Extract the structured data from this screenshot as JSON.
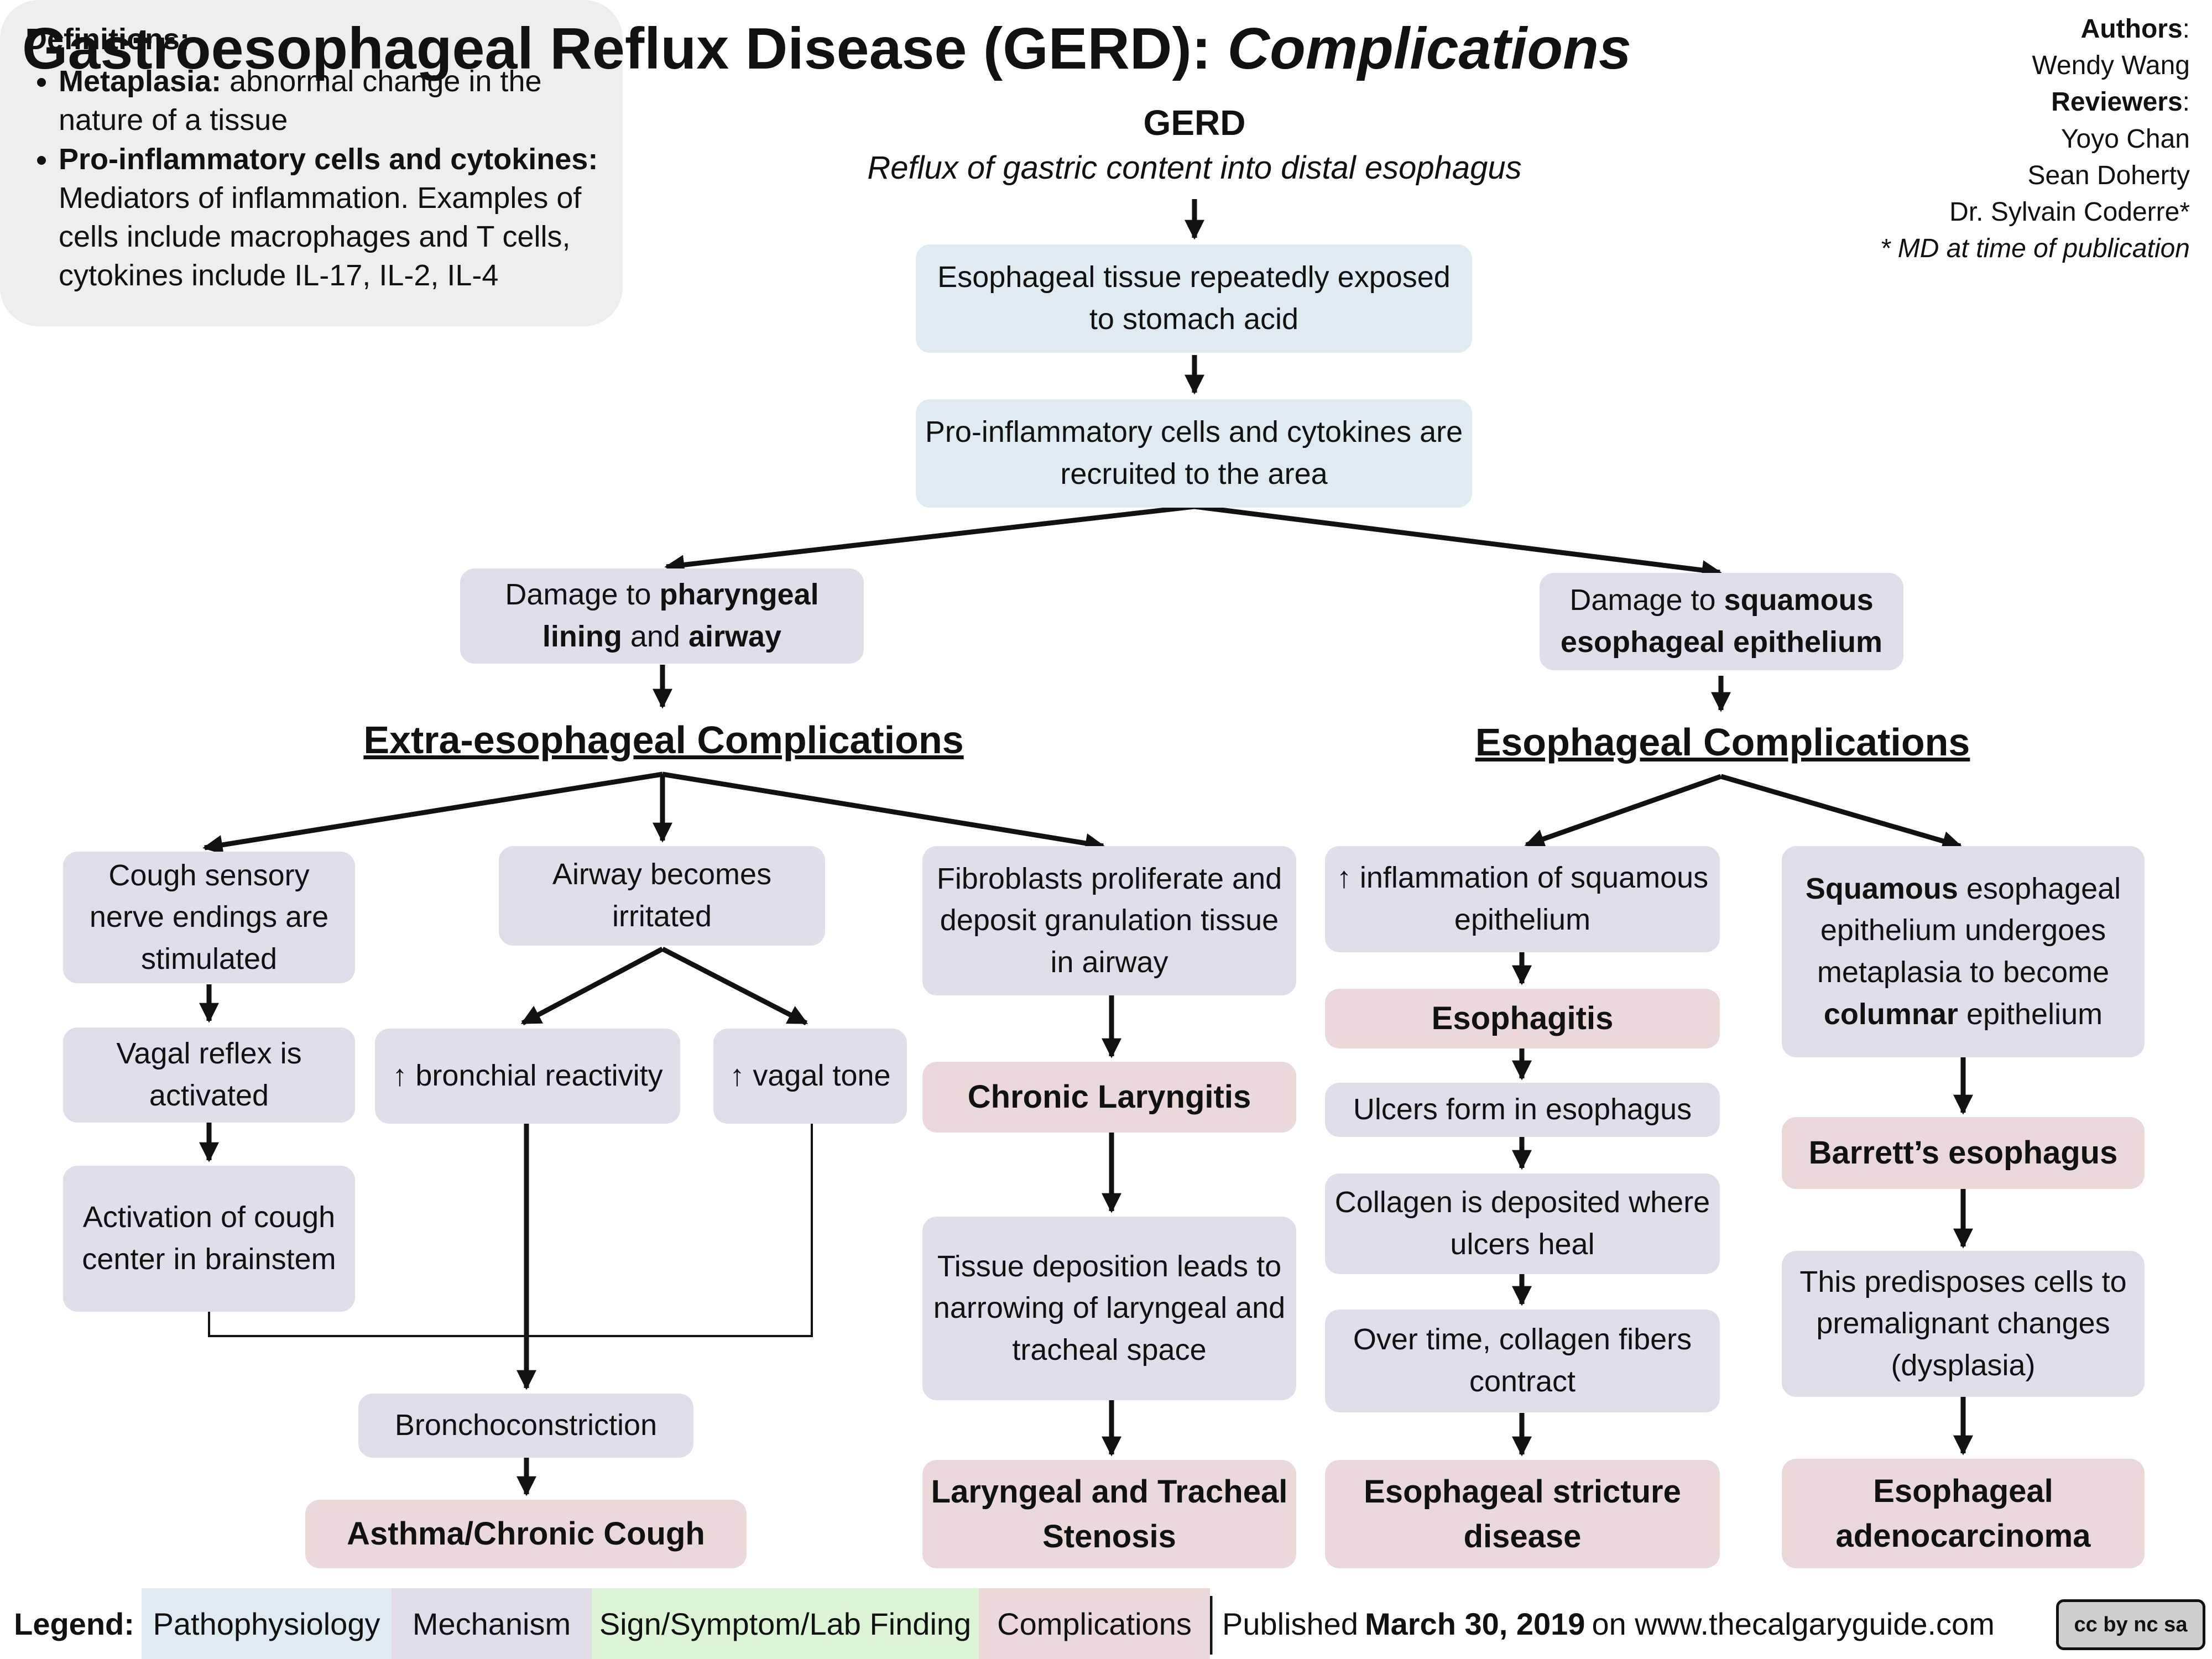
{
  "title": {
    "main": "Gastroesophageal Reflux Disease (GERD): ",
    "italic": "Complications"
  },
  "credits": {
    "authors_label": "Authors",
    "authors": "Wendy Wang",
    "reviewers_label": "Reviewers",
    "reviewers": [
      "Yoyo Chan",
      "Sean Doherty",
      "Dr. Sylvain Coderre*"
    ],
    "footnote": "* MD at time of publication"
  },
  "definitions": {
    "heading": "Definitions:",
    "items": [
      {
        "term": "Metaplasia:",
        "text": " abnormal change in the nature of a tissue"
      },
      {
        "term": "Pro-inflammatory cells and cytokines:",
        "text": " Mediators of inflammation. Examples of cells include macrophages and T cells, cytokines include IL-17, IL-2, IL-4"
      }
    ]
  },
  "root": {
    "title": "GERD",
    "subtitle": "Reflux of gastric content into distal esophagus"
  },
  "patho": {
    "exposed": "Esophageal tissue repeatedly exposed to stomach acid",
    "recruited": "Pro-inflammatory cells and cytokines are recruited to the area"
  },
  "branches": {
    "left": {
      "pre": "Damage to ",
      "b1": "pharyngeal lining",
      "mid": " and ",
      "b2": "airway"
    },
    "right": {
      "pre": "Damage to ",
      "b1": "squamous esophageal epithelium"
    }
  },
  "headings": {
    "extra": "Extra-esophageal Complications",
    "eso": "Esophageal Complications"
  },
  "extra": {
    "cough_nerve": "Cough sensory nerve endings are stimulated",
    "vagal_reflex": "Vagal reflex is activated",
    "cough_center": "Activation of cough center in brainstem",
    "airway_irritated": "Airway becomes irritated",
    "bronchial": "↑ bronchial reactivity",
    "vagal_tone": "↑ vagal tone",
    "bronchoconstriction": "Bronchoconstriction",
    "asthma": "Asthma/Chronic Cough",
    "fibroblasts": "Fibroblasts proliferate and deposit granulation tissue in airway",
    "laryngitis": "Chronic Laryngitis",
    "tissue_deposition": "Tissue deposition leads to narrowing of laryngeal and tracheal space",
    "stenosis": "Laryngeal and Tracheal Stenosis"
  },
  "eso": {
    "inflammation": "↑ inflammation of squamous epithelium",
    "esophagitis": "Esophagitis",
    "ulcers": "Ulcers form in esophagus",
    "collagen": "Collagen is deposited where ulcers heal",
    "contract": "Over time, collagen fibers contract",
    "stricture": "Esophageal stricture disease",
    "squamous_b": "Squamous",
    "squamous_t1": " esophageal epithelium undergoes metaplasia to become ",
    "columnar_b": "columnar",
    "squamous_t2": " epithelium",
    "barretts": "Barrett’s esophagus",
    "predisposes": "This predisposes cells to premalignant changes (dysplasia)",
    "adenocarcinoma": "Esophageal adenocarcinoma"
  },
  "legend": {
    "label": "Legend:",
    "items": [
      "Pathophysiology",
      "Mechanism",
      "Sign/Symptom/Lab Finding",
      "Complications"
    ],
    "colors": {
      "pathophysiology": "#dfebf0",
      "mechanism": "#e1dde9",
      "sign": "#dcf5d6",
      "complications": "#ead9d8"
    },
    "published_pre": "Published ",
    "published_date": "March 30, 2019",
    "published_post": " on www.thecalgaryguide.com",
    "license": "cc by nc sa"
  }
}
